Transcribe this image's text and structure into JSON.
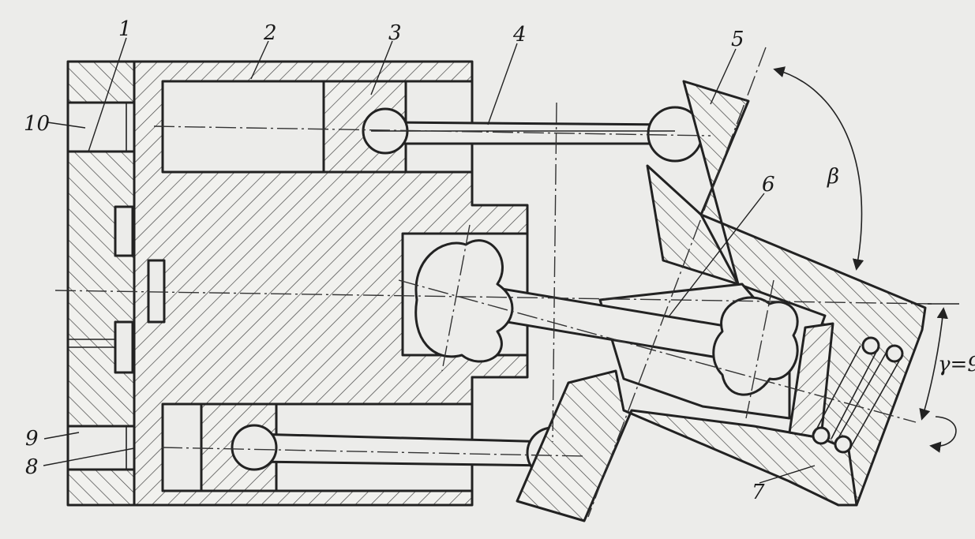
{
  "diagram": {
    "part_labels": [
      "1",
      "2",
      "3",
      "4",
      "5",
      "6",
      "7",
      "8",
      "9",
      "10"
    ],
    "angle_beta": "β",
    "angle_gamma": "γ=9"
  }
}
